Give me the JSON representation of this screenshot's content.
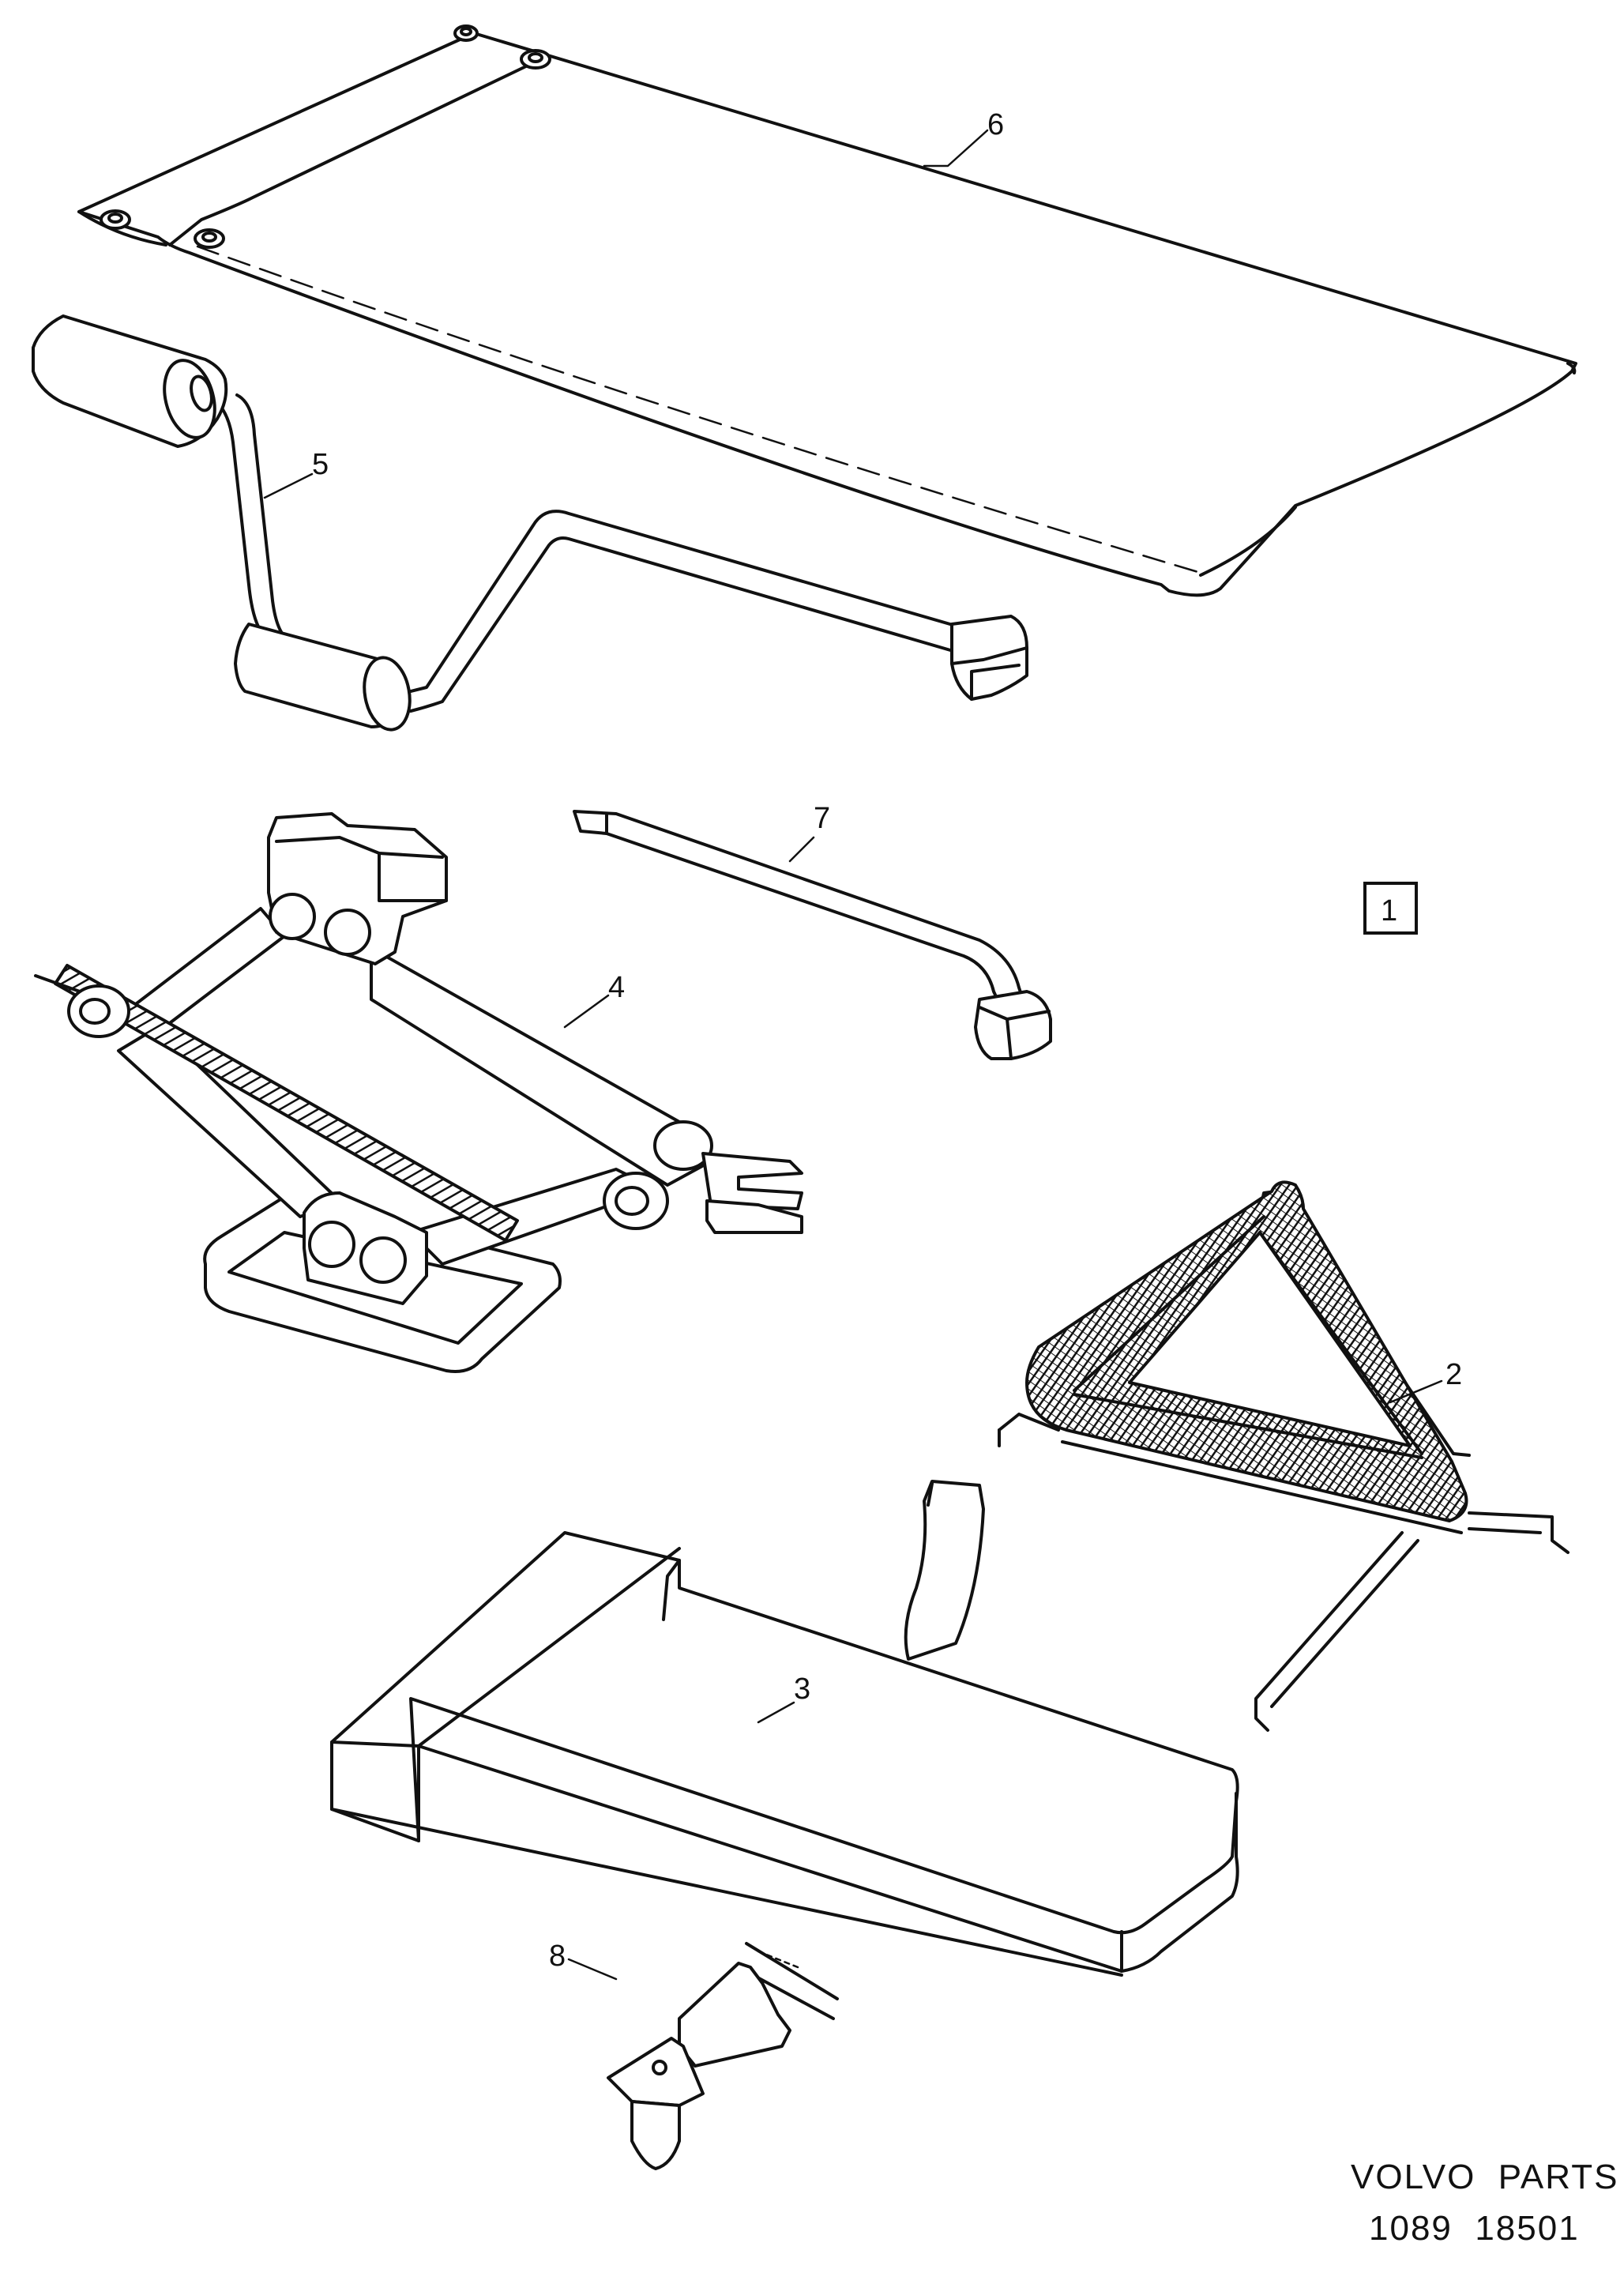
{
  "callouts": {
    "c1": "1",
    "c2": "2",
    "c3": "3",
    "c4": "4",
    "c5": "5",
    "c6": "6",
    "c7": "7",
    "c8": "8"
  },
  "footer": {
    "brand": "VOLVO  PARTS",
    "code": "1089  18501"
  }
}
